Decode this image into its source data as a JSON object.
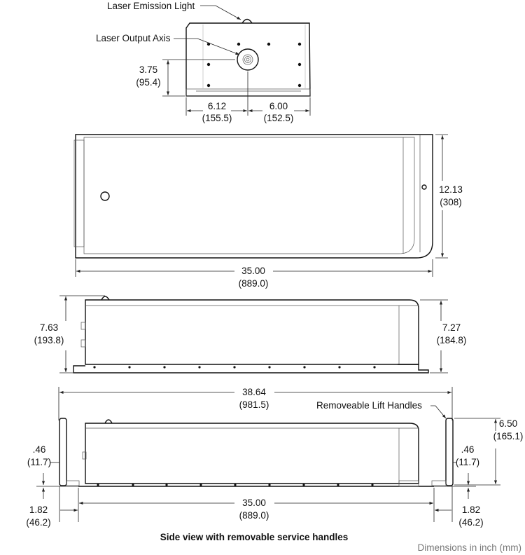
{
  "front_view": {
    "callout_emission": "Laser Emission Light",
    "callout_axis": "Laser Output Axis",
    "height_in": "3.75",
    "height_mm": "(95.4)",
    "left_in": "6.12",
    "left_mm": "(155.5)",
    "right_in": "6.00",
    "right_mm": "(152.5)"
  },
  "top_view": {
    "depth_in": "12.13",
    "depth_mm": "(308)",
    "length_in": "35.00",
    "length_mm": "(889.0)"
  },
  "side_view": {
    "left_height_in": "7.63",
    "left_height_mm": "(193.8)",
    "right_height_in": "7.27",
    "right_height_mm": "(184.8)"
  },
  "handles_view": {
    "overall_in": "38.64",
    "overall_mm": "(981.5)",
    "callout_handles": "Removeable Lift Handles",
    "handle_height_in": "6.50",
    "handle_height_mm": "(165.1)",
    "left_offset_in": ".46",
    "left_offset_mm": "(11.7)",
    "right_offset_in": ".46",
    "right_offset_mm": "(11.7)",
    "length_in": "35.00",
    "length_mm": "(889.0)",
    "left_handle_in": "1.82",
    "left_handle_mm": "(46.2)",
    "right_handle_in": "1.82",
    "right_handle_mm": "(46.2)",
    "caption": "Side view with removable service handles"
  },
  "units_note": "Dimensions in inch (mm)"
}
